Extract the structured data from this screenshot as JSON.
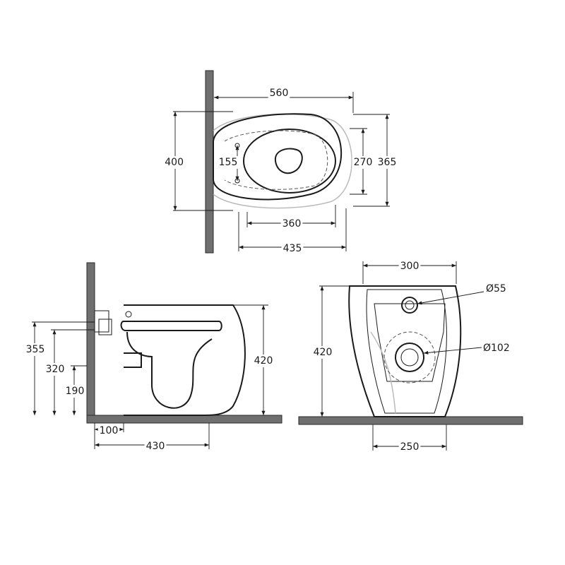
{
  "colors": {
    "wall": "#6f6f6f",
    "line": "#1a1a1a",
    "background": "#ffffff"
  },
  "top_view": {
    "dim_overall_length": "560",
    "dim_overall_width": "400",
    "dim_fixing_holes": "155",
    "dim_inner_width": "270",
    "dim_back_width": "365",
    "dim_seat_length": "360",
    "dim_base_length": "435"
  },
  "side_view": {
    "dim_height": "420",
    "dim_inlet_height": "355",
    "dim_fixing_height": "320",
    "dim_waste_height": "190",
    "dim_waste_offset": "100",
    "dim_projection": "430"
  },
  "front_view": {
    "dim_top_width": "300",
    "dim_height": "420",
    "dim_inlet_diameter": "Ø55",
    "dim_outlet_diameter": "Ø102",
    "dim_base_width": "250"
  }
}
